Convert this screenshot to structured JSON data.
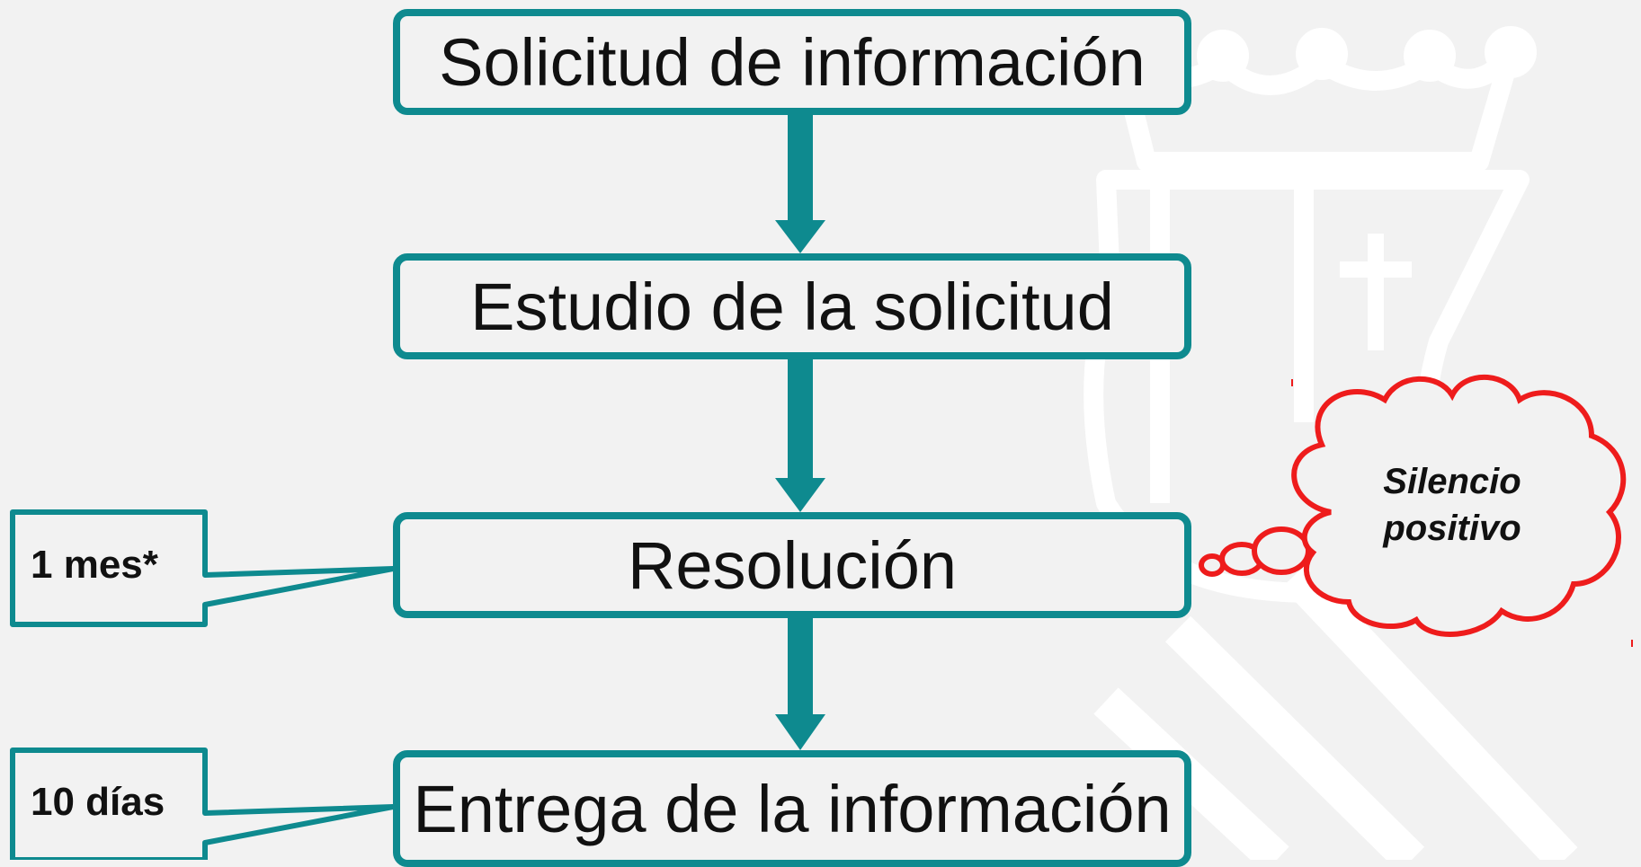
{
  "colors": {
    "accent": "#0e8a8f",
    "cloud": "#ee1c1c",
    "background": "#f2f2f2",
    "watermark": "#ffffff"
  },
  "steps": [
    {
      "label": "Solicitud de información"
    },
    {
      "label": "Estudio de la solicitud"
    },
    {
      "label": "Resolución"
    },
    {
      "label": "Entrega de la información"
    }
  ],
  "callouts": {
    "resolution_deadline": "1 mes*",
    "delivery_deadline": "10 días"
  },
  "thought_cloud": {
    "line1": "Silencio",
    "line2": "positivo"
  }
}
